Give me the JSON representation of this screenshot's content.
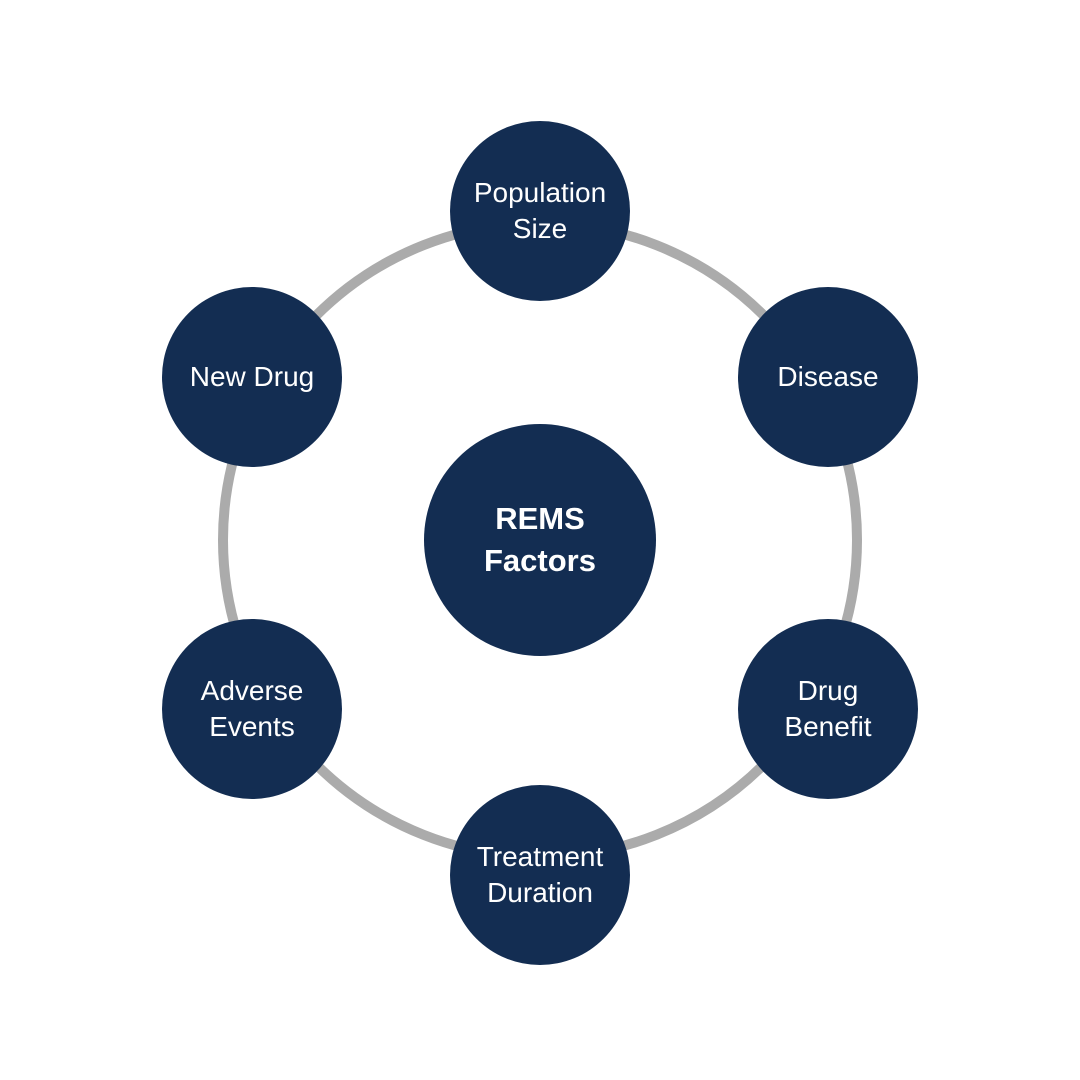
{
  "diagram": {
    "center": {
      "lines": [
        "REMS",
        "Factors"
      ]
    },
    "nodes": [
      {
        "lines": [
          "Population",
          "Size"
        ]
      },
      {
        "lines": [
          "Disease"
        ]
      },
      {
        "lines": [
          "Drug",
          "Benefit"
        ]
      },
      {
        "lines": [
          "Treatment",
          "Duration"
        ]
      },
      {
        "lines": [
          "Adverse",
          "Events"
        ]
      },
      {
        "lines": [
          "New Drug"
        ]
      }
    ],
    "colors": {
      "node_fill": "#132D52",
      "ring": "#ABABAB",
      "text": "#FFFFFF",
      "background": "#FFFFFF"
    }
  }
}
